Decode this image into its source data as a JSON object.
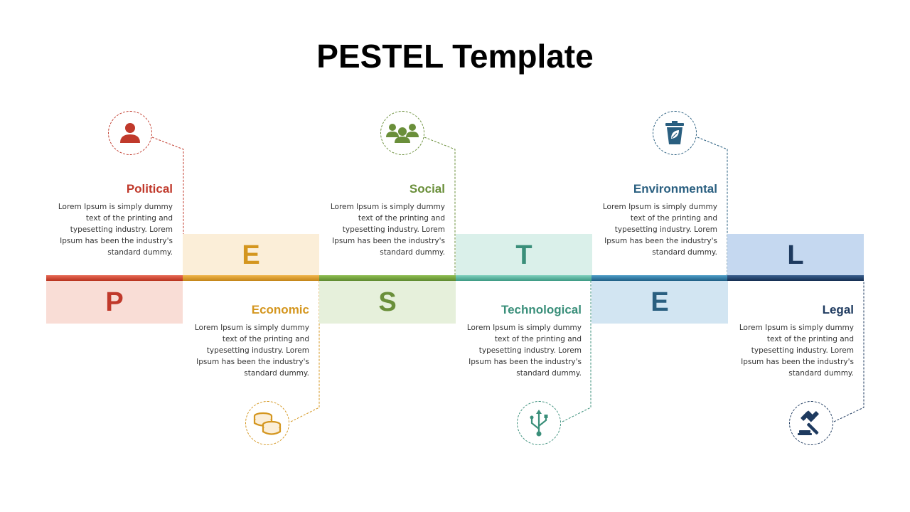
{
  "title": "PESTEL Template",
  "items": [
    {
      "letter": "P",
      "heading": "Political",
      "icon": "person-icon",
      "color": "#c0392b",
      "band_color": "#f9ddd6",
      "text": "Lorem Ipsum is simply dummy text of the printing and typesetting industry. Lorem Ipsum has been the industry's standard dummy."
    },
    {
      "letter": "E",
      "heading": "Economic",
      "icon": "coins-icon",
      "color": "#d4961f",
      "band_color": "#fbeed8",
      "text": "Lorem Ipsum is simply dummy text of the printing and typesetting industry. Lorem Ipsum has been the industry's standard dummy."
    },
    {
      "letter": "S",
      "heading": "Social",
      "icon": "group-icon",
      "color": "#6a8f3a",
      "band_color": "#e6f0db",
      "text": "Lorem Ipsum is simply dummy text of the printing and typesetting industry. Lorem Ipsum has been the industry's standard dummy."
    },
    {
      "letter": "T",
      "heading": "Technological",
      "icon": "usb-icon",
      "color": "#3a8f7a",
      "band_color": "#daf0ea",
      "text": "Lorem Ipsum is simply dummy text of the printing and typesetting industry. Lorem Ipsum has been the industry's standard dummy."
    },
    {
      "letter": "E",
      "heading": "Environmental",
      "icon": "recycle-bin-icon",
      "color": "#2a5f80",
      "band_color": "#d2e5f2",
      "text": "Lorem Ipsum is simply dummy text of the printing and typesetting industry. Lorem Ipsum has been the industry's standard dummy."
    },
    {
      "letter": "L",
      "heading": "Legal",
      "icon": "gavel-icon",
      "color": "#1e3a5f",
      "band_color": "#c5d8f0",
      "text": "Lorem Ipsum is simply dummy text of the printing and typesetting industry. Lorem Ipsum has been the industry's standard dummy."
    }
  ]
}
